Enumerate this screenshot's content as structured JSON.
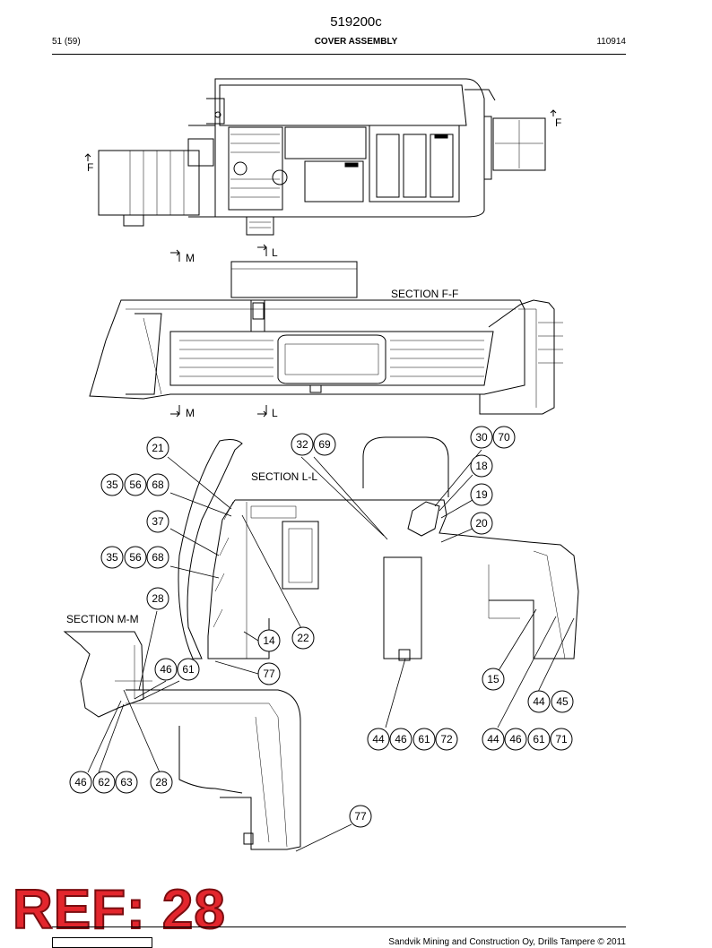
{
  "header": {
    "doc_number": "519200c",
    "page": "51 (59)",
    "title": "COVER ASSEMBLY",
    "code": "110914"
  },
  "sections": {
    "f_f": "SECTION F-F",
    "l_l": "SECTION L-L",
    "m_m": "SECTION M-M"
  },
  "markers": {
    "f_right": "F",
    "f_left": "F",
    "m_top": "M",
    "l_top": "L",
    "m_bottom": "M",
    "l_bottom": "L"
  },
  "callouts": [
    "21",
    "32",
    "69",
    "30",
    "70",
    "18",
    "19",
    "20",
    "35",
    "56",
    "68",
    "37",
    "35",
    "56",
    "68",
    "28",
    "14",
    "22",
    "46",
    "61",
    "77",
    "15",
    "44",
    "45",
    "44",
    "46",
    "61",
    "72",
    "44",
    "46",
    "61",
    "71",
    "46",
    "62",
    "63",
    "28",
    "77"
  ],
  "ref_stamp": "REF: 28",
  "footer": "Sandvik Mining and Construction Oy, Drills Tampere © 2011"
}
